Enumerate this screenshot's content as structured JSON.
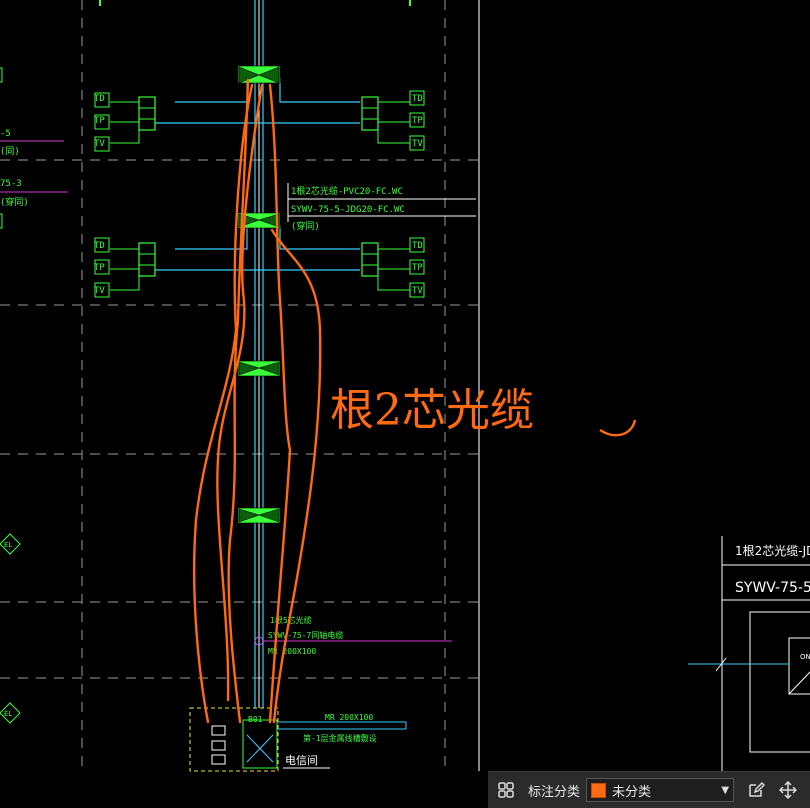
{
  "drawing": {
    "branch_labels": [
      "TD",
      "TP",
      "TV"
    ],
    "annotation": {
      "line1": "1根2芯光缆-PVC20-FC.WC",
      "line2": "SYWV-75-5-JDG20-FC.WC",
      "line3": "(穿同)"
    },
    "left_fragments": {
      "f1": "-5",
      "f2": "(同)",
      "f3": "75-3",
      "f4": "(穿同)"
    },
    "el_symbol": "EL",
    "riser_note": {
      "line1": "1根5芯光缆",
      "line2": "SYWV-75-7同轴电缆",
      "line3": "MR 200X100"
    },
    "tray_label": "MR 200X100",
    "tray_note": "第-1层金属线槽敷设",
    "room_label": "电信间",
    "box_label": "B01",
    "right_annotation": {
      "line1": "1根2芯光缆-JD",
      "line2": "SYWV-75-5"
    },
    "right_symbol": "ON",
    "handwriting": "根2芯光缆"
  },
  "toolbar": {
    "category_label": "标注分类",
    "selected_value": "未分类",
    "icons": [
      "grid-icon",
      "edit-icon",
      "move-icon"
    ]
  },
  "colors": {
    "cad_green": "#39ff39",
    "cyan": "#35d0ff",
    "magenta": "#d13bd1",
    "handwriting_orange": "#ff6a13",
    "grid_dash": "#cfcfcf"
  }
}
